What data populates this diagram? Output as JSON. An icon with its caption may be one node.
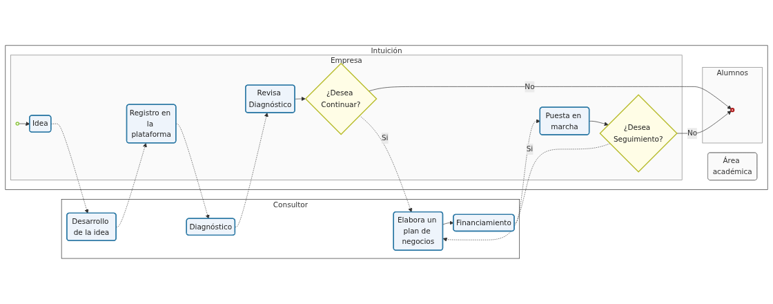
{
  "diagram": {
    "nodes": [
      {
        "text": [
          "Intuición"
        ]
      },
      {
        "text": [
          "Alumnos"
        ],
        "in": 0
      },
      {
        "text": [
          "Empresa"
        ],
        "in": 0
      },
      {
        "text": [
          "Área académica"
        ],
        "in": 0
      },
      {
        "text": [
          "Consultor"
        ]
      },
      {
        "text": [],
        "shape": "circle",
        "in": 2
      },
      {
        "text": [
          "Idea"
        ],
        "in": 2
      },
      {
        "text": [
          "Registro en la plataforma"
        ],
        "in": 2
      },
      {
        "text": [
          "Revisa Diagnóstico"
        ],
        "in": 2
      },
      {
        "text": [
          "¿Desea Continuar?"
        ],
        "in": 2
      },
      {
        "text": [],
        "shape": "circle",
        "in": 1
      },
      {
        "text": [
          "Puesta en marcha"
        ],
        "in": 2
      },
      {
        "text": [
          "¿Desea Seguimiento?"
        ],
        "in": 2
      },
      {
        "text": [
          "Desarrollo de la idea"
        ],
        "in": 4
      },
      {
        "text": [
          "Diagnóstico"
        ],
        "in": 4
      },
      {
        "text": [
          "Elabora un plan de negocios"
        ],
        "in": 4
      },
      {
        "text": [
          "Financiamiento"
        ],
        "in": 4
      }
    ],
    "edges": [
      {
        "from": 5,
        "to": 6,
        "arrow": "to"
      },
      {
        "from": 6,
        "to": 13,
        "arrow": "to",
        "style": "dashed"
      },
      {
        "from": 13,
        "to": 7,
        "arrow": "to",
        "style": "dashed"
      },
      {
        "from": 7,
        "to": 14,
        "arrow": "to",
        "style": "dashed"
      },
      {
        "from": 14,
        "to": 8,
        "arrow": "to",
        "style": "dashed"
      },
      {
        "from": 8,
        "to": 9,
        "arrow": "to"
      },
      {
        "from": 9,
        "to": 10,
        "arrow": "to",
        "label": "No"
      },
      {
        "from": 9,
        "to": 15,
        "arrow": "to",
        "style": "dashed",
        "label": "Si"
      },
      {
        "from": 15,
        "to": 16,
        "arrow": "to"
      },
      {
        "from": 16,
        "to": 11,
        "arrow": "to",
        "style": "dashed"
      },
      {
        "from": 11,
        "to": 12,
        "arrow": "to"
      },
      {
        "from": 12,
        "to": 10,
        "arrow": "to",
        "label": "No"
      },
      {
        "from": 12,
        "to": 15,
        "arrow": "to",
        "style": "dashed",
        "label": "Si"
      }
    ]
  }
}
